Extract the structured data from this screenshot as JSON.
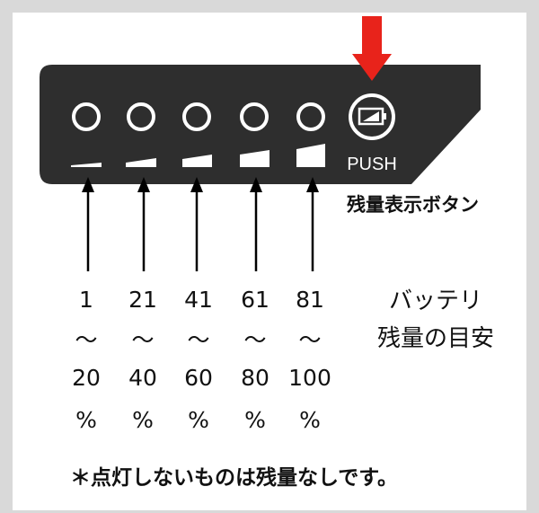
{
  "push_label": "PUSH",
  "button_caption": "残量表示ボタン",
  "levels": [
    {
      "from": "1",
      "tilde": "～",
      "to": "20",
      "unit": "%"
    },
    {
      "from": "21",
      "tilde": "～",
      "to": "40",
      "unit": "%"
    },
    {
      "from": "41",
      "tilde": "～",
      "to": "60",
      "unit": "%"
    },
    {
      "from": "61",
      "tilde": "～",
      "to": "80",
      "unit": "%"
    },
    {
      "from": "81",
      "tilde": "～",
      "to": "100",
      "unit": "%"
    }
  ],
  "legend": {
    "line1": "バッテリ",
    "line2": "残量の目安"
  },
  "note": "＊点灯しないものは残量なしです。",
  "colors": {
    "panel": "#2e2e2e",
    "led_ring": "#ffffff",
    "arrow_red": "#e8231b",
    "frame": "#d9d9d9"
  }
}
